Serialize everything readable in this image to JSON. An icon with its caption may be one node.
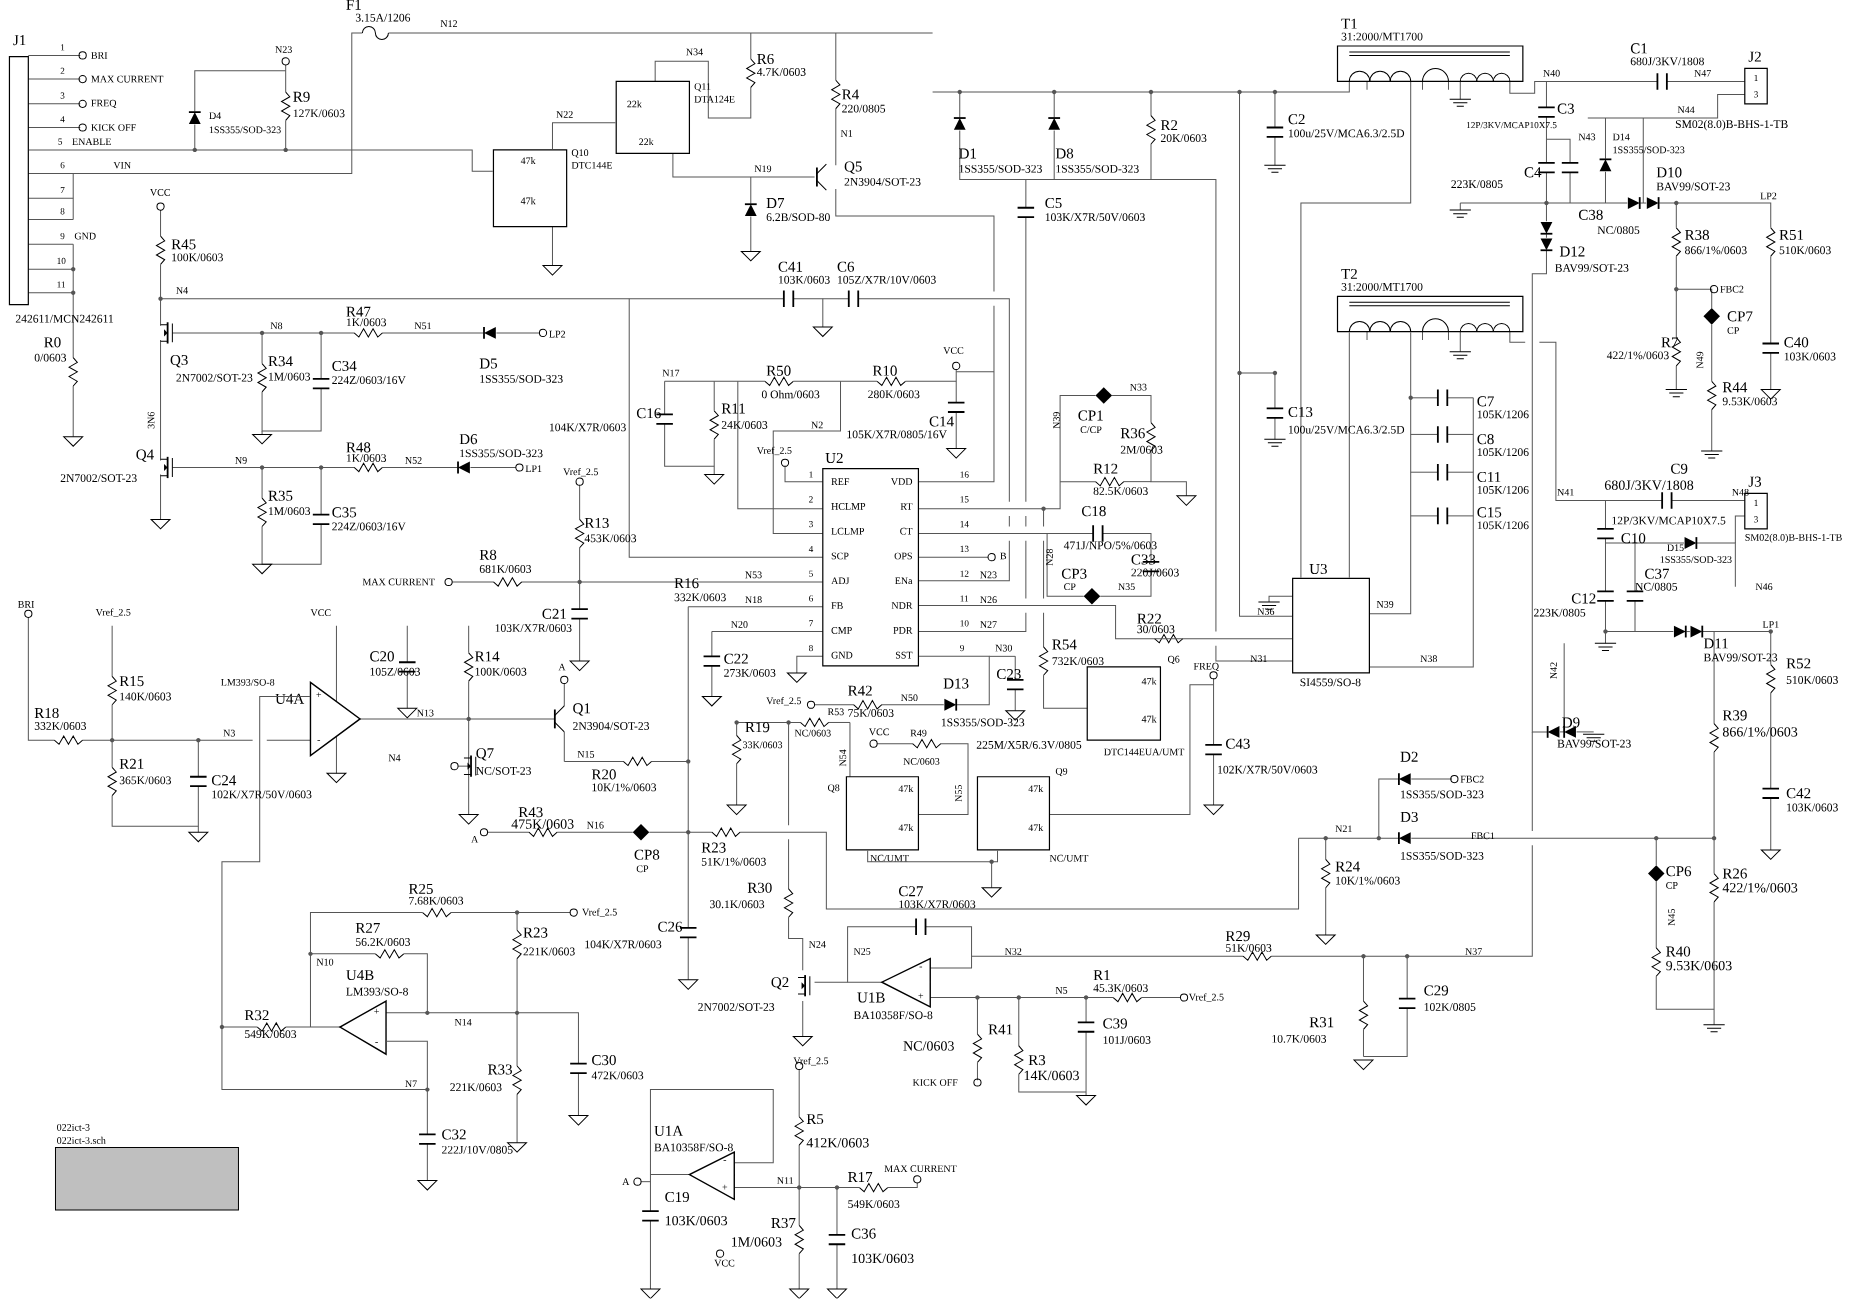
{
  "diagram": {
    "nodes": [
      {
        "text": [
          "J1"
        ],
        "beside": [
          "242611/MCN242611"
        ]
      },
      {
        "text": [
          "U2",
          "REF",
          "HCLMP",
          "LCLMP",
          "SCP",
          "ADJ",
          "FB",
          "CMP",
          "GND",
          "VDD",
          "RT",
          "CT",
          "OPS",
          "ENa",
          "NDR",
          "PDR",
          "SST"
        ]
      },
      {
        "text": [
          "T1",
          "31:2000/MT1700"
        ]
      },
      {
        "text": [
          "T2",
          "31:2000/MT1700"
        ]
      },
      {
        "text": [
          "J2",
          "1",
          "3"
        ],
        "beside": [
          "SM02(8.0)B-BHS-1-TB"
        ]
      },
      {
        "text": [
          "J3",
          "1",
          "3"
        ],
        "beside": [
          "SM02(8.0)B-BHS-1-TB"
        ]
      },
      {
        "text": [
          "U3"
        ],
        "beside": [
          "SI4559/SO-8"
        ]
      },
      {
        "text": [
          "47k",
          "47k"
        ],
        "beside": [
          "Q10",
          "DTC144E"
        ]
      },
      {
        "text": [
          "22k",
          "22k"
        ],
        "beside": [
          "Q11",
          "DTA124E"
        ]
      },
      {
        "text": [
          "47k",
          "47k"
        ],
        "beside": [
          "Q6",
          "DTC144EUA/UMT"
        ]
      },
      {
        "text": [
          "47k",
          "47k"
        ],
        "beside": [
          "Q8",
          "NC/UMT"
        ]
      },
      {
        "text": [
          "47k",
          "47k"
        ],
        "beside": [
          "Q9",
          "NC/UMT"
        ]
      },
      {
        "text": [
          "+",
          "-"
        ],
        "beside": [
          "U4A",
          "LM393/SO-8"
        ]
      },
      {
        "text": [
          "+",
          "-"
        ],
        "beside": [
          "U4B",
          "LM393/SO-8"
        ]
      },
      {
        "text": [
          "-",
          "+"
        ],
        "beside": [
          "U1B",
          "BA10358F/SO-8"
        ]
      },
      {
        "text": [
          "-",
          "+"
        ],
        "beside": [
          "U1A",
          "BA10358F/SO-8"
        ]
      }
    ],
    "edges": [
      {
        "from": 0,
        "to": 7,
        "arrow": "none"
      },
      {
        "from": 7,
        "to": 8,
        "arrow": "none"
      },
      {
        "from": 2,
        "to": 6,
        "arrow": "none"
      },
      {
        "from": 3,
        "to": 6,
        "arrow": "none"
      },
      {
        "from": 2,
        "to": 6,
        "arrow": "none"
      },
      {
        "from": 3,
        "to": 6,
        "arrow": "none"
      },
      {
        "from": 12,
        "to": 13,
        "arrow": "none"
      },
      {
        "from": 10,
        "to": 11,
        "arrow": "none"
      },
      {
        "from": 1,
        "to": 6,
        "arrow": "none"
      }
    ],
    "labels": [
      "F1",
      "3.15A/1206",
      "N12",
      "1",
      "BRI",
      "2",
      "MAX CURRENT",
      "3",
      "FREQ",
      "4",
      "KICK OFF",
      "5",
      "ENABLE",
      "6",
      "VIN",
      "7",
      "8",
      "9",
      "GND",
      "10",
      "11",
      "N23",
      "R9",
      "D4",
      "127K/0603",
      "1SS355/SOD-323",
      "R0",
      "0/0603",
      "VCC",
      "R45",
      "100K/0603",
      "N4",
      "Q3",
      "2N7002/SOT-23",
      "3N6",
      "Q4",
      "2N7002/SOT-23",
      "N8",
      "R47",
      "1K/0603",
      "N51",
      "D5",
      "1SS355/SOD-323",
      "LP2",
      "R34",
      "1M/0603",
      "C34",
      "224Z/0603/16V",
      "N9",
      "R48",
      "1K/0603",
      "N52",
      "D6",
      "1SS355/SOD-323",
      "LP1",
      "R35",
      "1M/0603",
      "C35",
      "224Z/0603/16V",
      "Vref_2.5",
      "R13",
      "453K/0603",
      "R8",
      "681K/0603",
      "MAX CURRENT",
      "BRI",
      "Vref_2.5",
      "VCC",
      "C21",
      "103K/X7R/0603",
      "R15",
      "140K/0603",
      "R18",
      "332K/0603",
      "N3",
      "C20",
      "105Z/0603",
      "R14",
      "100K/0603",
      "N13",
      "A",
      "Q1",
      "2N3904/SOT-23",
      "N4",
      "Q7",
      "NC/SOT-23",
      "N15",
      "R20",
      "10K/1%/0603",
      "R21",
      "365K/0603",
      "C24",
      "102K/X7R/50V/0603",
      "R43",
      "475K/0603",
      "A",
      "N16",
      "CP8",
      "CP",
      "R23",
      "51K/1%/0603",
      "R30",
      "30.1K/0603",
      "C26",
      "104K/X7R/0603",
      "N24",
      "Q2",
      "2N7002/SOT-23",
      "R25",
      "7.68K/0603",
      "Vref_2.5",
      "R27",
      "56.2K/0603",
      "N10",
      "R23",
      "221K/0603",
      "R32",
      "549K/0603",
      "N14",
      "C30",
      "472K/0603",
      "R33",
      "221K/0603",
      "N7",
      "C32",
      "222J/10V/0805",
      "022ict-3",
      "022ict-3.sch",
      "Vref_2.5",
      "R5",
      "412K/0603",
      "A",
      "C19",
      "103K/0603",
      "N11",
      "R17",
      "549K/0603",
      "MAX CURRENT",
      "R37",
      "1M/0603",
      "C36",
      "103K/0603",
      "VCC",
      "N34",
      "R6",
      "4.7K/0603",
      "R4",
      "220/0805",
      "N1",
      "N22",
      "N19",
      "Q5",
      "2N3904/SOT-23",
      "D7",
      "6.2B/SOD-80",
      "D1",
      "1SS355/SOD-323",
      "D8",
      "1SS355/SOD-323",
      "R2",
      "20K/0603",
      "C5",
      "103K/X7R/50V/0603",
      "C41",
      "103K/0603",
      "C6",
      "105Z/X7R/10V/0603",
      "N17",
      "R50",
      "0 Ohm/0603",
      "R10",
      "280K/0603",
      "VCC",
      "C16",
      "104K/X7R/0603",
      "R11",
      "24K/0603",
      "N2",
      "C14",
      "105K/X7R/0805/16V",
      "Vref_2.5",
      "1",
      "2",
      "3",
      "4",
      "5",
      "6",
      "7",
      "8",
      "16",
      "15",
      "14",
      "13",
      "12",
      "11",
      "10",
      "9",
      "N53",
      "N18",
      "N20",
      "N23",
      "N26",
      "N27",
      "B",
      "N30",
      "R16",
      "332K/0603",
      "C22",
      "273K/0603",
      "CP1",
      "C/CP",
      "N39",
      "N33",
      "R36",
      "2M/0603",
      "R12",
      "82.5K/0603",
      "C18",
      "471J/NPO/5%/0603",
      "C33",
      "220J/0603",
      "N28",
      "CP3",
      "CP",
      "N35",
      "R22",
      "30/0603",
      "R54",
      "732K/0603",
      "FREQ",
      "C23",
      "C43",
      "102K/X7R/50V/0603",
      "Vref_2.5",
      "R42",
      "75K/0603",
      "N50",
      "D13",
      "1SS355/SOD-323",
      "R53",
      "NC/0603",
      "R19",
      "33K/0603",
      "N54",
      "VCC",
      "R49",
      "NC/0603",
      "N55",
      "225M/X5R/6.3V/0805",
      "C27",
      "103K/X7R/0603",
      "N25",
      "N32",
      "R29",
      "51K/0603",
      "N37",
      "R1",
      "45.3K/0603",
      "Vref_2.5",
      "N5",
      "C39",
      "101J/0603",
      "R41",
      "NC/0603",
      "R3",
      "14K/0603",
      "KICK OFF",
      "R31",
      "10.7K/0603",
      "C29",
      "102K/0805",
      "R24",
      "10K/1%/0603",
      "N21",
      "D2",
      "1SS355/SOD-323",
      "FBC2",
      "D3",
      "1SS355/SOD-323",
      "FBC1",
      "C1",
      "680J/3KV/1808",
      "N40",
      "N47",
      "N44",
      "C2",
      "100u/25V/MCA6.3/2.5D",
      "C3",
      "12P/3KV/MCAP10X7.5",
      "N43",
      "D14",
      "1SS355/SOD-323",
      "C4",
      "223K/0805",
      "D10",
      "BAV99/SOT-23",
      "LP2",
      "C38",
      "NC/0805",
      "D12",
      "BAV99/SOT-23",
      "R38",
      "866/1%/0603",
      "R51",
      "510K/0603",
      "FBC2",
      "CP7",
      "CP",
      "R7",
      "422/1%/0603",
      "N49",
      "C40",
      "103K/0603",
      "R44",
      "9.53K/0603",
      "C13",
      "100u/25V/MCA6.3/2.5D",
      "C7",
      "105K/1206",
      "C8",
      "105K/1206",
      "C11",
      "105K/1206",
      "C15",
      "105K/1206",
      "N41",
      "C9",
      "680J/3KV/1808",
      "N48",
      "12P/3KV/MCAP10X7.5",
      "C10",
      "D15",
      "1SS355/SOD-323",
      "C37",
      "NC/0805",
      "N46",
      "C12",
      "N36",
      "N39",
      "223K/0805",
      "N31",
      "N38",
      "D11",
      "BAV99/SOT-23",
      "LP1",
      "N42",
      "R52",
      "510K/0603",
      "D9",
      "BAV99/SOT-23",
      "R39",
      "866/1%/0603",
      "C42",
      "103K/0603",
      "CP6",
      "CP",
      "R26",
      "422/1%/0603",
      "N45",
      "R40",
      "9.53K/0603"
    ]
  }
}
